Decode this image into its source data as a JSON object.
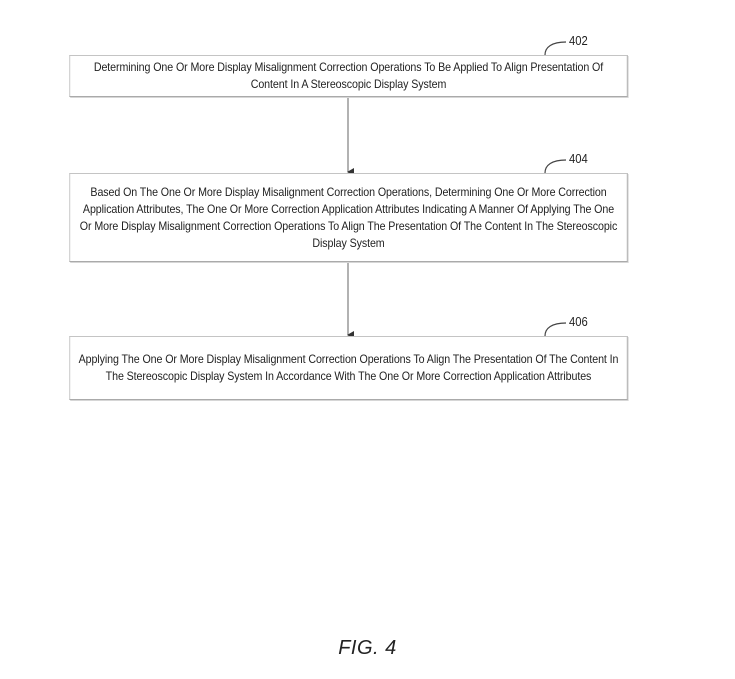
{
  "figure": {
    "label": "FIG. 4"
  },
  "steps": [
    {
      "ref": "402",
      "text": "Determining One Or More Display Misalignment Correction Operations To Be Applied To Align Presentation Of Content In A Stereoscopic Display System"
    },
    {
      "ref": "404",
      "text": "Based On The One Or More Display Misalignment Correction Operations, Determining One Or More Correction Application Attributes, The One Or More Correction Application Attributes Indicating A Manner Of Applying The One Or More Display Misalignment Correction Operations To Align The Presentation Of The Content In The Stereoscopic Display System"
    },
    {
      "ref": "406",
      "text": "Applying The One Or More Display Misalignment Correction Operations To Align The Presentation Of The Content In The Stereoscopic Display System In Accordance With The One Or More Correction Application Attributes"
    }
  ],
  "connections": [
    {
      "from": "402",
      "to": "404"
    },
    {
      "from": "404",
      "to": "406"
    }
  ]
}
